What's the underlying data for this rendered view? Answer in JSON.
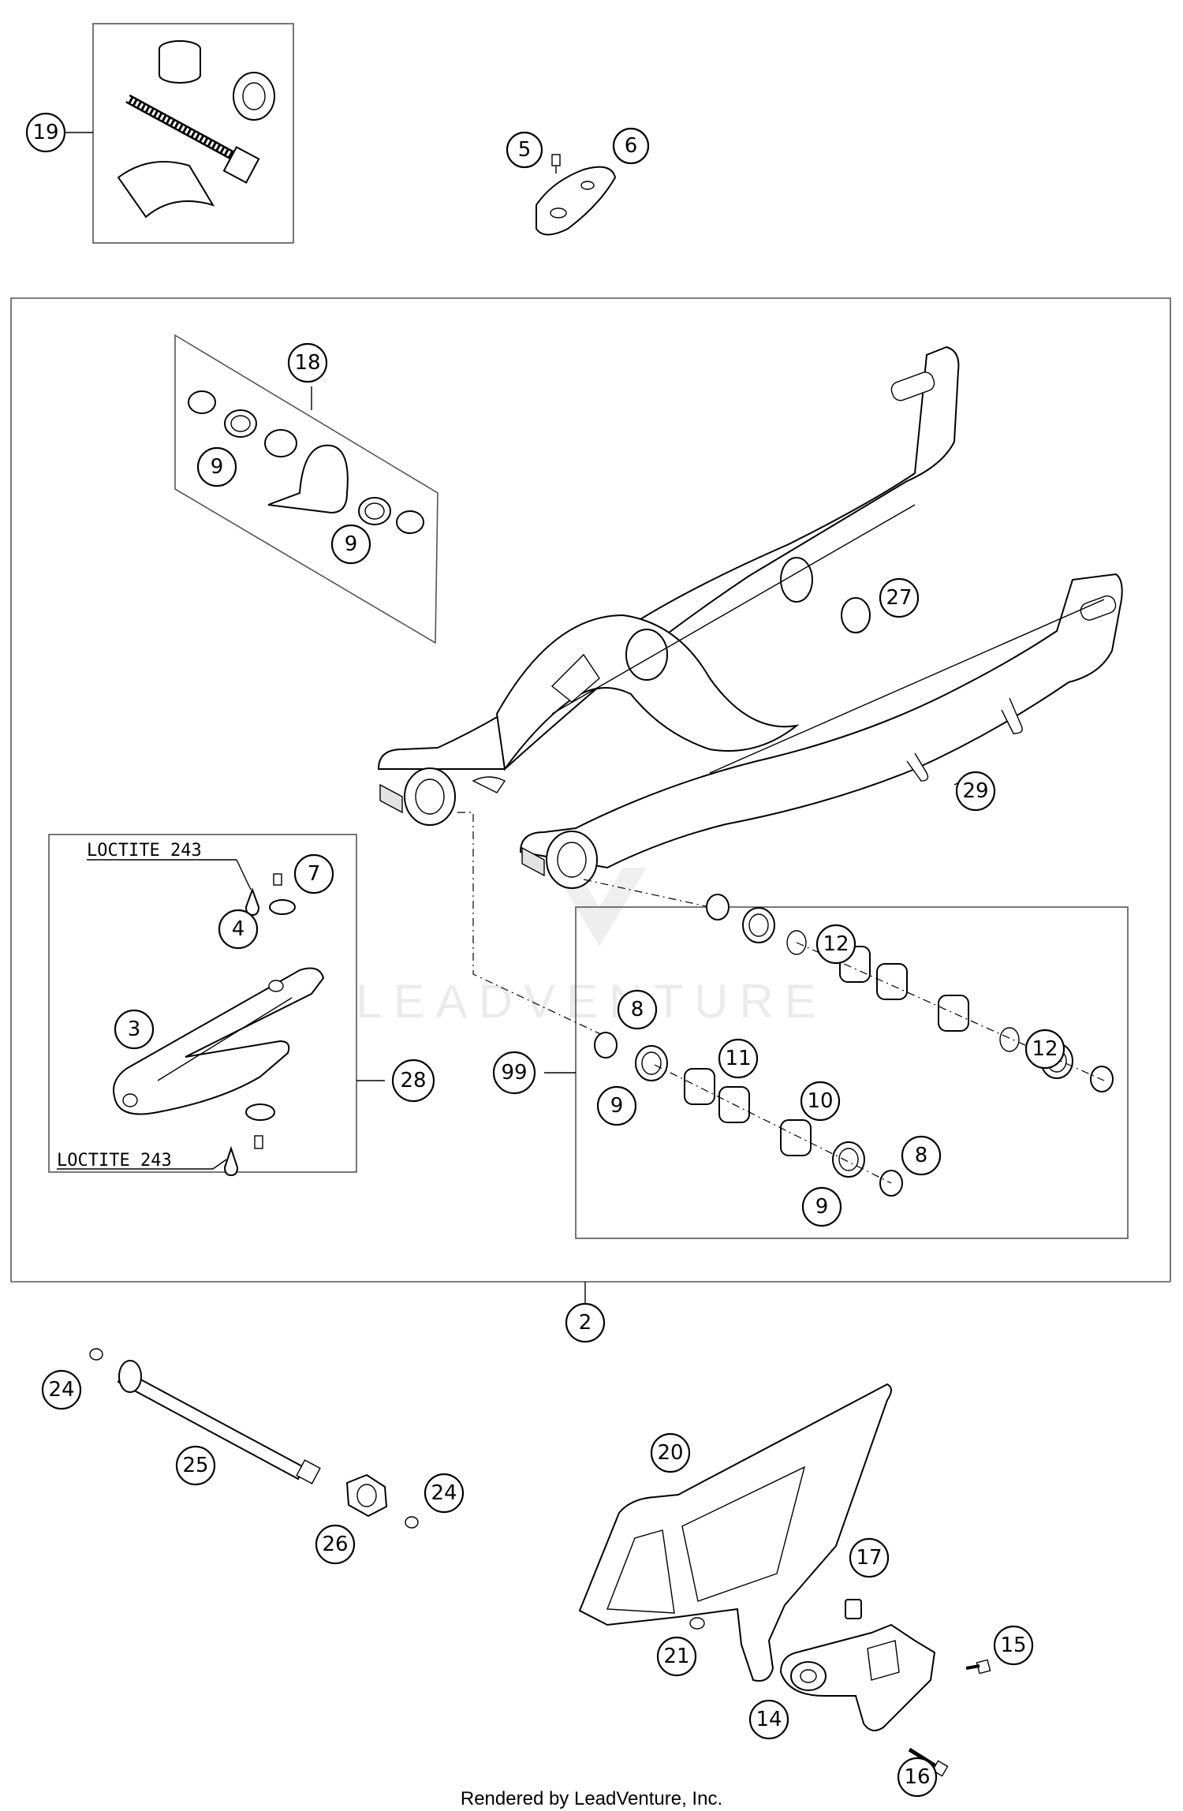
{
  "diagram": {
    "watermark": "LEADVENTURE",
    "footer": "Rendered by LeadVenture, Inc.",
    "notes": [
      "LOCTITE 243",
      "LOCTITE 243"
    ],
    "callouts": [
      {
        "id": "c19",
        "label": "19"
      },
      {
        "id": "c5",
        "label": "5"
      },
      {
        "id": "c6",
        "label": "6"
      },
      {
        "id": "c18",
        "label": "18"
      },
      {
        "id": "c9a",
        "label": "9"
      },
      {
        "id": "c9b",
        "label": "9"
      },
      {
        "id": "c27",
        "label": "27"
      },
      {
        "id": "c29",
        "label": "29"
      },
      {
        "id": "c7",
        "label": "7"
      },
      {
        "id": "c4",
        "label": "4"
      },
      {
        "id": "c3",
        "label": "3"
      },
      {
        "id": "c28",
        "label": "28"
      },
      {
        "id": "c12a",
        "label": "12"
      },
      {
        "id": "c8a",
        "label": "8"
      },
      {
        "id": "c99",
        "label": "99"
      },
      {
        "id": "c11",
        "label": "11"
      },
      {
        "id": "c9c",
        "label": "9"
      },
      {
        "id": "c10",
        "label": "10"
      },
      {
        "id": "c12b",
        "label": "12"
      },
      {
        "id": "c8b",
        "label": "8"
      },
      {
        "id": "c9d",
        "label": "9"
      },
      {
        "id": "c2",
        "label": "2"
      },
      {
        "id": "c24a",
        "label": "24"
      },
      {
        "id": "c25",
        "label": "25"
      },
      {
        "id": "c24b",
        "label": "24"
      },
      {
        "id": "c26",
        "label": "26"
      },
      {
        "id": "c20",
        "label": "20"
      },
      {
        "id": "c17",
        "label": "17"
      },
      {
        "id": "c21",
        "label": "21"
      },
      {
        "id": "c15",
        "label": "15"
      },
      {
        "id": "c14",
        "label": "14"
      },
      {
        "id": "c16",
        "label": "16"
      }
    ]
  }
}
